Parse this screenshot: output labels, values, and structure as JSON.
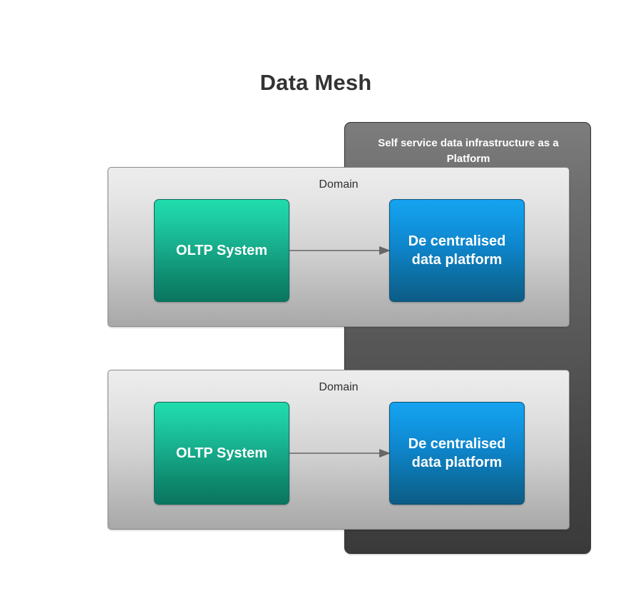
{
  "diagram": {
    "title": "Data Mesh",
    "title_color": "#333333",
    "background_color": "#ffffff"
  },
  "platform": {
    "label": "Self service data infrastructure as a Platform",
    "fill_top_color": "#7d7d7d",
    "fill_bottom_color": "#3a3a3a",
    "text_color": "#ffffff"
  },
  "domains": [
    {
      "label": "Domain",
      "label_color": "#2f2f2f",
      "fill_top_color": "#ededed",
      "fill_bottom_color": "#a8a8a8",
      "nodes": {
        "source": {
          "label": "OLTP System",
          "fill_top_color": "#20dcad",
          "fill_bottom_color": "#0b7560",
          "text_color": "#ffffff"
        },
        "target": {
          "label": "De centralised data platform",
          "fill_top_color": "#16a3ef",
          "fill_bottom_color": "#0c5c86",
          "text_color": "#ffffff"
        }
      },
      "connector": {
        "label": "",
        "direction": "right",
        "color": "#666666"
      }
    },
    {
      "label": "Domain",
      "label_color": "#2f2f2f",
      "fill_top_color": "#ededed",
      "fill_bottom_color": "#a8a8a8",
      "nodes": {
        "source": {
          "label": "OLTP System",
          "fill_top_color": "#20dcad",
          "fill_bottom_color": "#0b7560",
          "text_color": "#ffffff"
        },
        "target": {
          "label": "De centralised data platform",
          "fill_top_color": "#16a3ef",
          "fill_bottom_color": "#0c5c86",
          "text_color": "#ffffff"
        }
      },
      "connector": {
        "label": "",
        "direction": "right",
        "color": "#666666"
      }
    }
  ]
}
